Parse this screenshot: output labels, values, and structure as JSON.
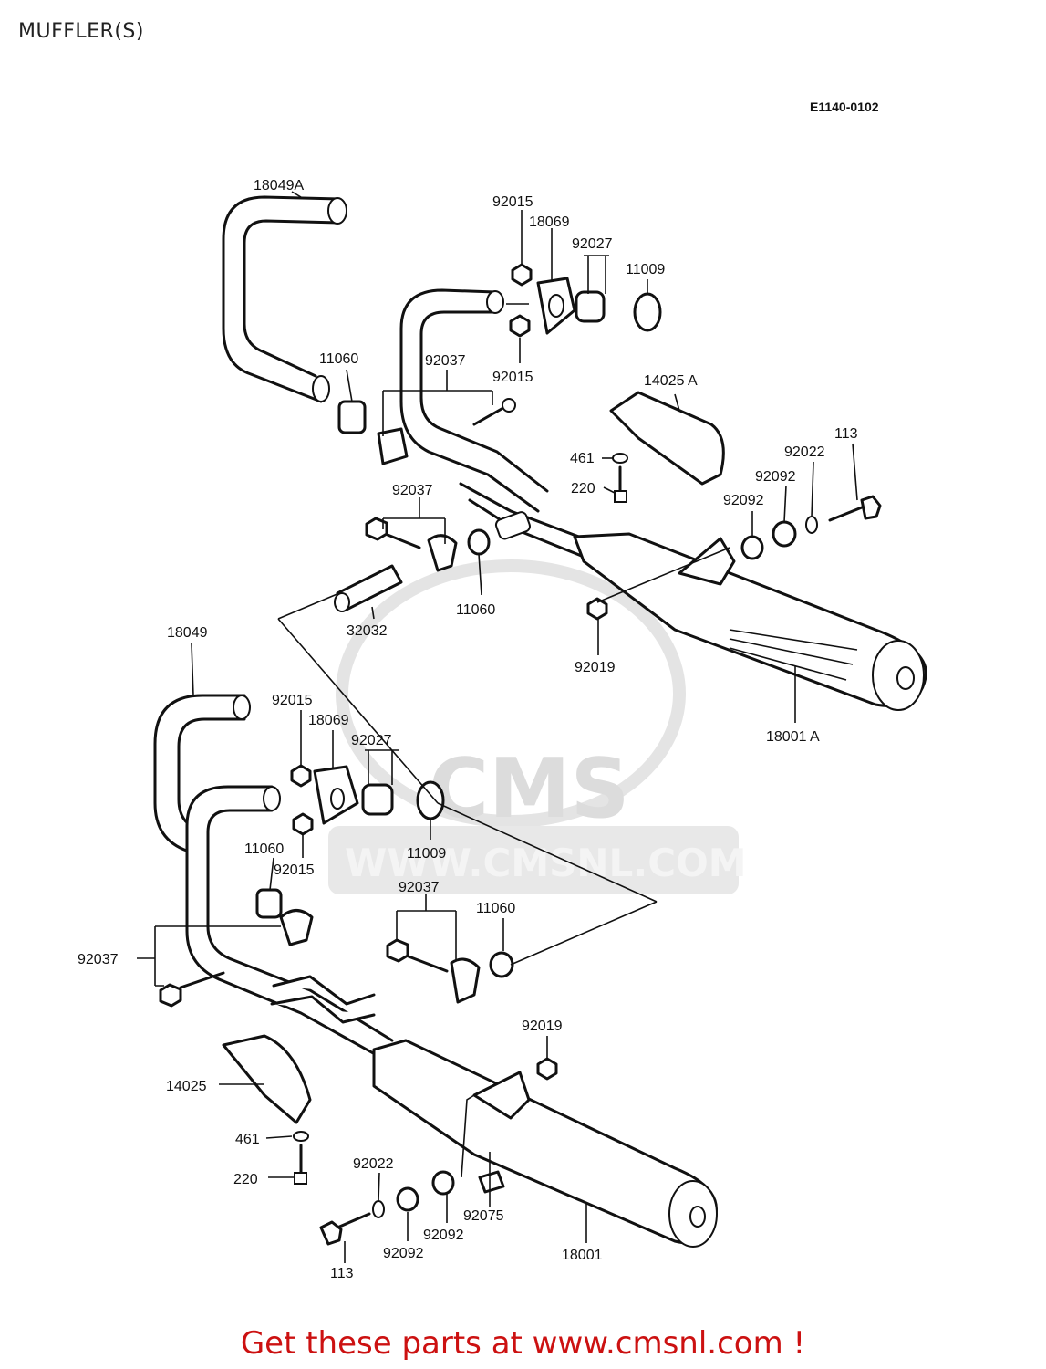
{
  "title": "MUFFLER(S)",
  "diagram_ref": "E1140-0102",
  "watermark": {
    "brand": "CMS",
    "url": "WWW.CMSNL.COM"
  },
  "footer": "Get these parts at www.cmsnl.com !",
  "labels": {
    "p18049A": "18049A",
    "p92015_a": "92015",
    "p18069_a": "18069",
    "p92027_a": "92027",
    "p11009_a": "11009",
    "p92015_b": "92015",
    "p11060_a": "11060",
    "p92037_a": "92037",
    "p14025A": "14025 A",
    "p113_a": "113",
    "p92022_a": "92022",
    "p461_a": "461",
    "p92092_a": "92092",
    "p220_a": "220",
    "p92092_b": "92092",
    "p92037_b": "92037",
    "p11060_b": "11060",
    "p32032": "32032",
    "p92019_a": "92019",
    "p18001A": "18001 A",
    "p18049": "18049",
    "p92015_c": "92015",
    "p18069_b": "18069",
    "p92027_b": "92027",
    "p11060_c": "11060",
    "p92015_d": "92015",
    "p11009_b": "11009",
    "p92037_c": "92037",
    "p11060_d": "11060",
    "p92037_d": "92037",
    "p92019_b": "92019",
    "p14025": "14025",
    "p461_b": "461",
    "p220_b": "220",
    "p92022_b": "92022",
    "p92075": "92075",
    "p92092_c": "92092",
    "p92092_d": "92092",
    "p113_b": "113",
    "p18001": "18001"
  }
}
